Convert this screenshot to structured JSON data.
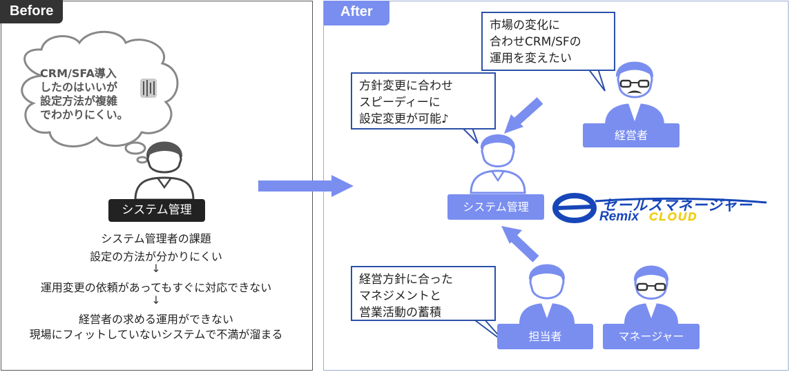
{
  "before": {
    "tag": "Before",
    "thought_lines": [
      "CRM/SFA導入",
      "したのはいいが",
      "設定方法が複雑",
      "でわかりにくい。"
    ],
    "role_label": "システム管理",
    "issues": {
      "title": "システム管理者の課題",
      "step1": "設定の方法が分かりにくい",
      "step2": "運用変更の依頼があってもすぐに対応できない",
      "step3a": "経営者の求める運用ができない",
      "step3b": "現場にフィットしていないシステムで不満が溜まる",
      "arrow": "↓"
    }
  },
  "after": {
    "tag": "After",
    "callout_top": [
      "市場の変化に",
      "合わせCRM/SFの",
      "運用を変えたい"
    ],
    "callout_mid": [
      "方針変更に合わせ",
      "スピーディーに",
      "設定変更が可能♪"
    ],
    "callout_bottom": [
      "経営方針に合った",
      "マネジメントと",
      "営業活動の蓄積"
    ],
    "roles": {
      "executive": "経営者",
      "system_admin": "システム管理",
      "staff": "担当者",
      "manager": "マネージャー"
    },
    "logo": {
      "line1": "セールスマネージャー",
      "line2": "Remix",
      "line3": "CLOUD"
    }
  },
  "colors": {
    "accent": "#7a8ef0",
    "dark_label": "#222222",
    "callout_border": "#2b4fa8",
    "logo_blue": "#1646b8",
    "logo_yellow": "#f2d000"
  }
}
